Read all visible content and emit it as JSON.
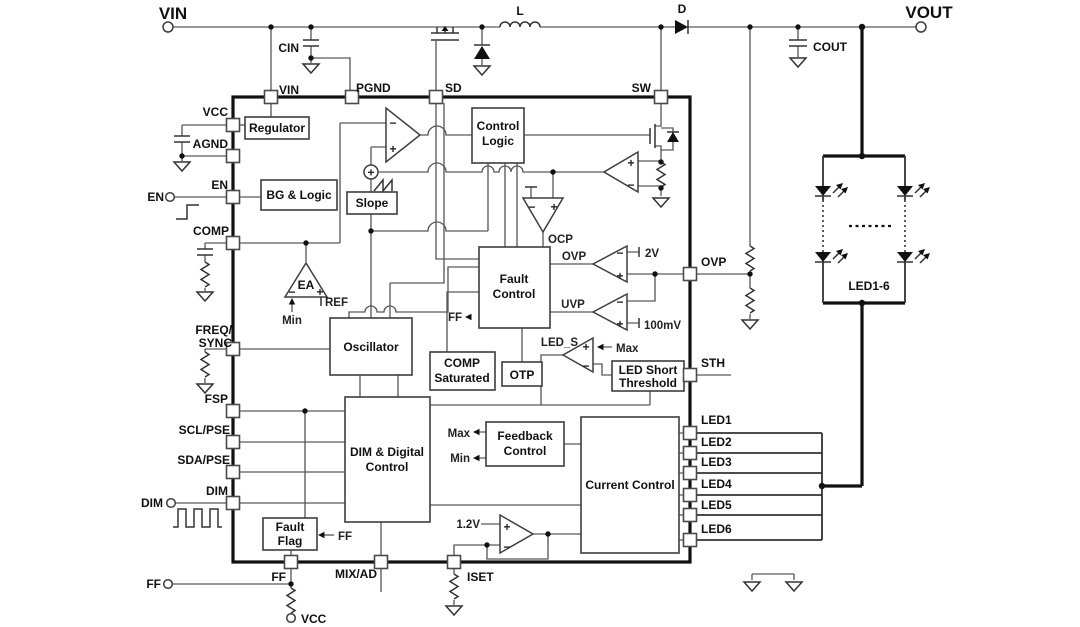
{
  "external": {
    "vin_label": "VIN",
    "vout_label": "VOUT",
    "cin_label": "CIN",
    "cout_label": "COUT",
    "inductor_label": "L",
    "diode_label": "D",
    "en_label": "EN",
    "dim_label": "DIM",
    "ff_label": "FF",
    "vcc_label": "VCC",
    "led_string_label": "LED1-6"
  },
  "pins": {
    "vin": "VIN",
    "pgnd": "PGND",
    "sd": "SD",
    "sw": "SW",
    "vcc": "VCC",
    "agnd": "AGND",
    "en": "EN",
    "comp": "COMP",
    "freq_line1": "FREQ/",
    "freq_line2": "SYNC",
    "fsp": "FSP",
    "scl_pse": "SCL/PSE",
    "sda_pse": "SDA/PSE",
    "dim": "DIM",
    "ovp": "OVP",
    "sth": "STH",
    "led1": "LED1",
    "led2": "LED2",
    "led3": "LED3",
    "led4": "LED4",
    "led5": "LED5",
    "led6": "LED6",
    "ff": "FF",
    "mix_ad": "MIX/AD",
    "iset": "ISET"
  },
  "blocks": {
    "regulator": "Regulator",
    "bg_logic": "BG & Logic",
    "slope": "Slope",
    "control_logic_1": "Control",
    "control_logic_2": "Logic",
    "fault_control_1": "Fault",
    "fault_control_2": "Control",
    "comp_saturated_1": "COMP",
    "comp_saturated_2": "Saturated",
    "otp": "OTP",
    "led_short_1": "LED Short",
    "led_short_2": "Threshold",
    "oscillator": "Oscillator",
    "dim_digital_1": "DIM & Digital",
    "dim_digital_2": "Control",
    "feedback_1": "Feedback",
    "feedback_2": "Control",
    "current_control": "Current Control",
    "fault_flag_1": "Fault",
    "fault_flag_2": "Flag",
    "error_amp": "EA"
  },
  "signals": {
    "ocp": "OCP",
    "ovp": "OVP",
    "uvp": "UVP",
    "led_s": "LED_S",
    "ff": "FF",
    "min": "Min",
    "max": "Max",
    "ref": "REF",
    "v_2": "2V",
    "mv_100": "100mV",
    "v_1_2": "1.2V",
    "plus": "+",
    "minus": "−"
  }
}
